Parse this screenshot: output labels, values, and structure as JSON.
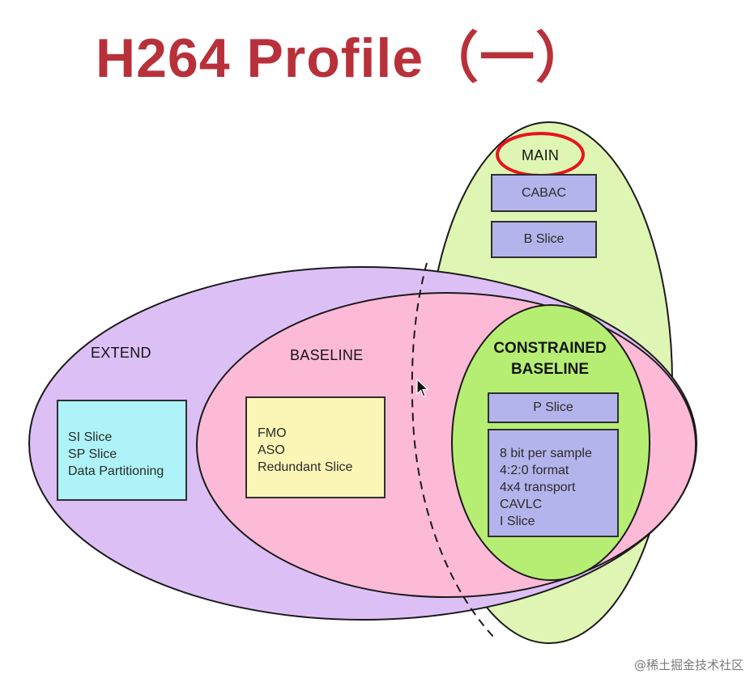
{
  "title": "H264 Profile（一）",
  "sets": {
    "main": {
      "label": "MAIN",
      "fill": "#dff5b4",
      "highlight_color": "#e8141c"
    },
    "extend": {
      "label": "EXTEND",
      "fill": "#dcc0f5"
    },
    "baseline": {
      "label": "BASELINE",
      "fill": "#fcbad6"
    },
    "constrained_baseline": {
      "label_line1": "CONSTRAINED",
      "label_line2": "BASELINE",
      "fill": "#b6ee74"
    }
  },
  "boxes": {
    "cabac": {
      "text": "CABAC",
      "fill": "#b4b4ec"
    },
    "b_slice": {
      "text": "B Slice",
      "fill": "#b4b4ec"
    },
    "extend_features": {
      "fill": "#aef3f8",
      "items": [
        "SI Slice",
        "SP Slice",
        "Data Partitioning"
      ]
    },
    "baseline_features": {
      "fill": "#fbf6b6",
      "items": [
        "FMO",
        "ASO",
        "Redundant Slice"
      ]
    },
    "p_slice": {
      "text": "P Slice",
      "fill": "#b4b4ec"
    },
    "constrained_features": {
      "fill": "#b4b4ec",
      "items": [
        "8 bit per sample",
        "4:2:0 format",
        "4x4 transport",
        "CAVLC",
        "I Slice"
      ]
    }
  },
  "watermark": "@稀土掘金技术社区"
}
